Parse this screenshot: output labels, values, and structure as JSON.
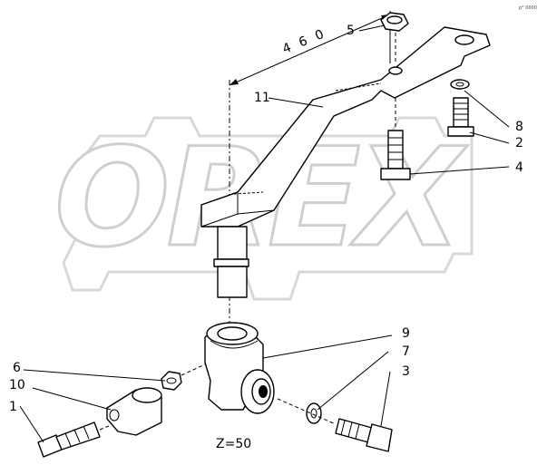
{
  "diagram": {
    "watermark": "OREX",
    "corner_mark": "p° 0000",
    "dimension_label": "4 6 0",
    "z_label": "Z=50",
    "callouts": [
      {
        "id": "callout-1",
        "text": "1"
      },
      {
        "id": "callout-2",
        "text": "2"
      },
      {
        "id": "callout-3",
        "text": "3"
      },
      {
        "id": "callout-4",
        "text": "4"
      },
      {
        "id": "callout-5",
        "text": "5"
      },
      {
        "id": "callout-6",
        "text": "6"
      },
      {
        "id": "callout-7",
        "text": "7"
      },
      {
        "id": "callout-8",
        "text": "8"
      },
      {
        "id": "callout-9",
        "text": "9"
      },
      {
        "id": "callout-10",
        "text": "10"
      },
      {
        "id": "callout-11",
        "text": "11"
      }
    ]
  }
}
